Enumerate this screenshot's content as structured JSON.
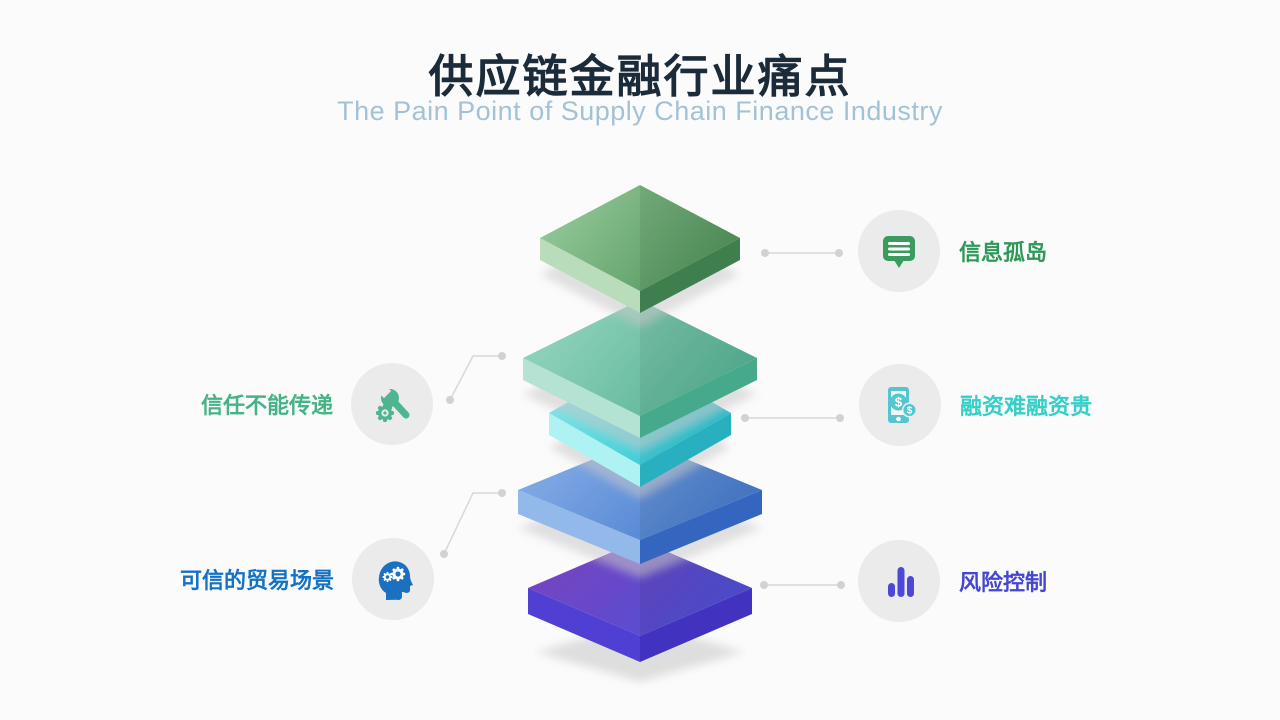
{
  "header": {
    "title": "供应链金融行业痛点",
    "subtitle": "The Pain Point of Supply Chain Finance Industry"
  },
  "colors": {
    "background": "#fbfbfb",
    "title": "#1c2b3a",
    "subtitle": "#a4c2d6",
    "circle_bg": "#ebebeb",
    "connector": "#d6d6d6",
    "layer_top_green": "#559b5f",
    "layer_mint": "#5cb598",
    "layer_cyan": "#2ec6d2",
    "layer_blue": "#4a7fd0",
    "layer_bottom_purple": "#5747d2"
  },
  "stack": {
    "layer_count": 5,
    "layers": [
      {
        "name": "top-green"
      },
      {
        "name": "mint"
      },
      {
        "name": "cyan"
      },
      {
        "name": "blue"
      },
      {
        "name": "bottom-purple"
      }
    ]
  },
  "callouts": {
    "right": [
      {
        "label": "信息孤岛",
        "icon": "message-icon",
        "color": "#2f9858"
      },
      {
        "label": "融资难融资贵",
        "icon": "phone-dollar-icon",
        "color": "#35cfc9"
      },
      {
        "label": "风险控制",
        "icon": "bar-chart-icon",
        "color": "#4547d0"
      }
    ],
    "left": [
      {
        "label": "信任不能传递",
        "icon": "wrench-gear-icon",
        "color": "#45b386"
      },
      {
        "label": "可信的贸易场景",
        "icon": "head-gears-icon",
        "color": "#1472c4"
      }
    ]
  }
}
